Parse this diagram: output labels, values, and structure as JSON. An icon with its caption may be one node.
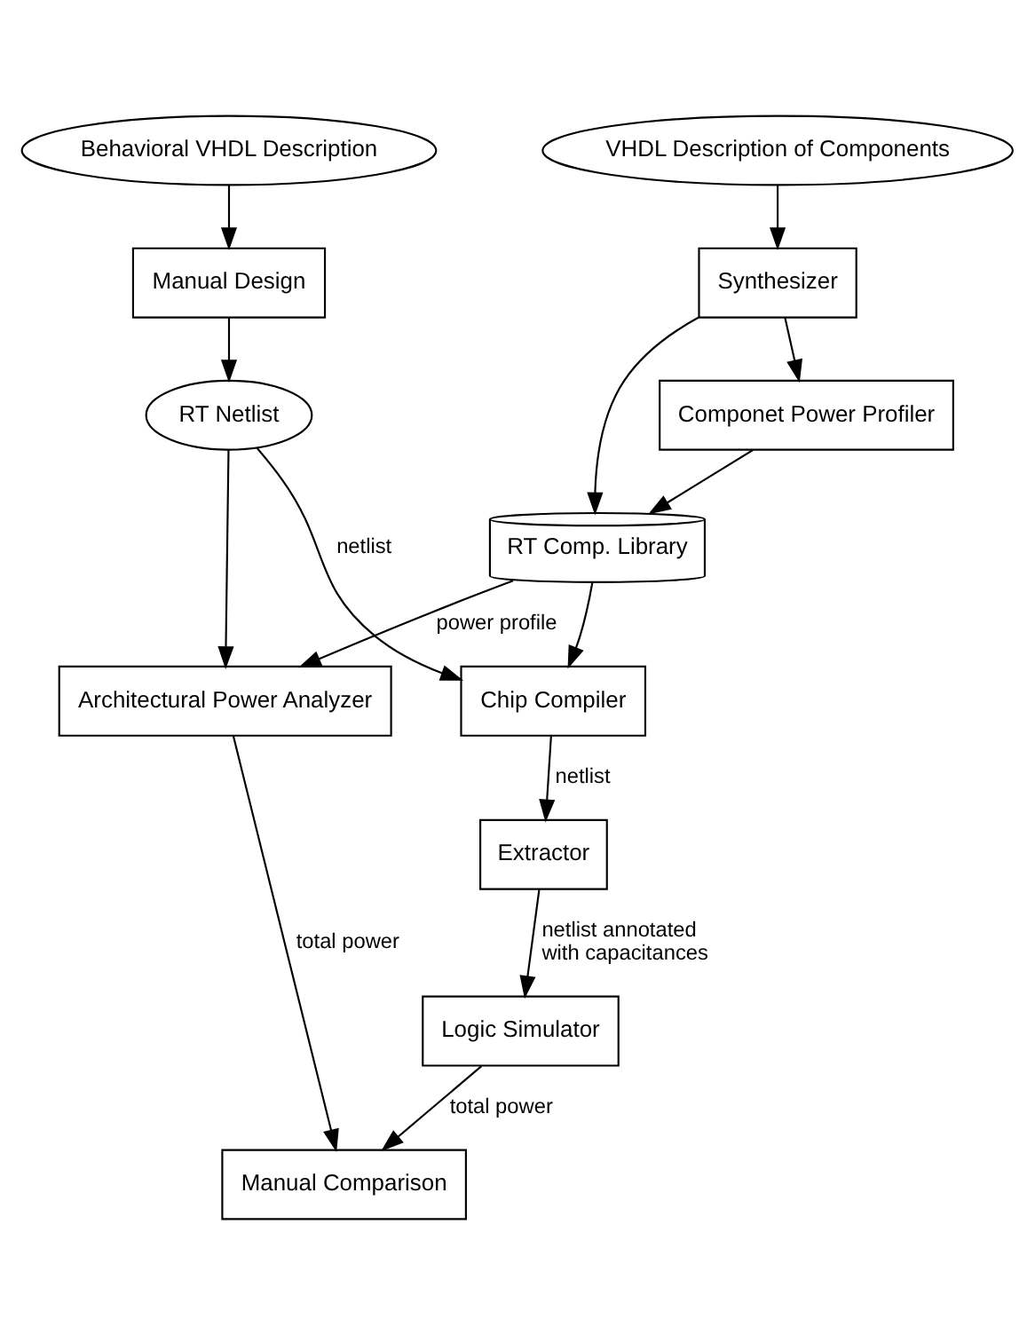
{
  "diagram": {
    "nodes": [
      {
        "text": [
          "Behavioral VHDL Description"
        ]
      },
      {
        "text": [
          "VHDL Description of Components"
        ]
      },
      {
        "text": [
          "Manual Design"
        ]
      },
      {
        "text": [
          "Synthesizer"
        ]
      },
      {
        "text": [
          "Componet Power Profiler"
        ]
      },
      {
        "text": [
          "RT Netlist"
        ]
      },
      {
        "text": [
          "RT Comp. Library"
        ]
      },
      {
        "text": [
          "Architectural Power Analyzer"
        ]
      },
      {
        "text": [
          "Chip Compiler"
        ]
      },
      {
        "text": [
          "Extractor"
        ]
      },
      {
        "text": [
          "Logic Simulator"
        ]
      },
      {
        "text": [
          "Manual Comparison"
        ]
      }
    ],
    "edges": [
      {
        "from": 0,
        "to": 2,
        "arrow": "to"
      },
      {
        "from": 2,
        "to": 5,
        "arrow": "to"
      },
      {
        "from": 1,
        "to": 3,
        "arrow": "to"
      },
      {
        "from": 3,
        "to": 4,
        "arrow": "to"
      },
      {
        "from": 3,
        "to": 6,
        "arrow": "to"
      },
      {
        "from": 4,
        "to": 6,
        "arrow": "to"
      },
      {
        "from": 5,
        "to": 7,
        "arrow": "to"
      },
      {
        "from": 5,
        "to": 8,
        "arrow": "to",
        "label": "netlist"
      },
      {
        "from": 6,
        "to": 7,
        "arrow": "to",
        "label": "power profile"
      },
      {
        "from": 6,
        "to": 8,
        "arrow": "to"
      },
      {
        "from": 8,
        "to": 9,
        "arrow": "to",
        "label": "netlist"
      },
      {
        "from": 9,
        "to": 10,
        "arrow": "to",
        "label": "netlist annotated with capacitances"
      },
      {
        "from": 7,
        "to": 11,
        "arrow": "to",
        "label": "total power"
      },
      {
        "from": 10,
        "to": 11,
        "arrow": "to",
        "label": "total power"
      }
    ]
  }
}
